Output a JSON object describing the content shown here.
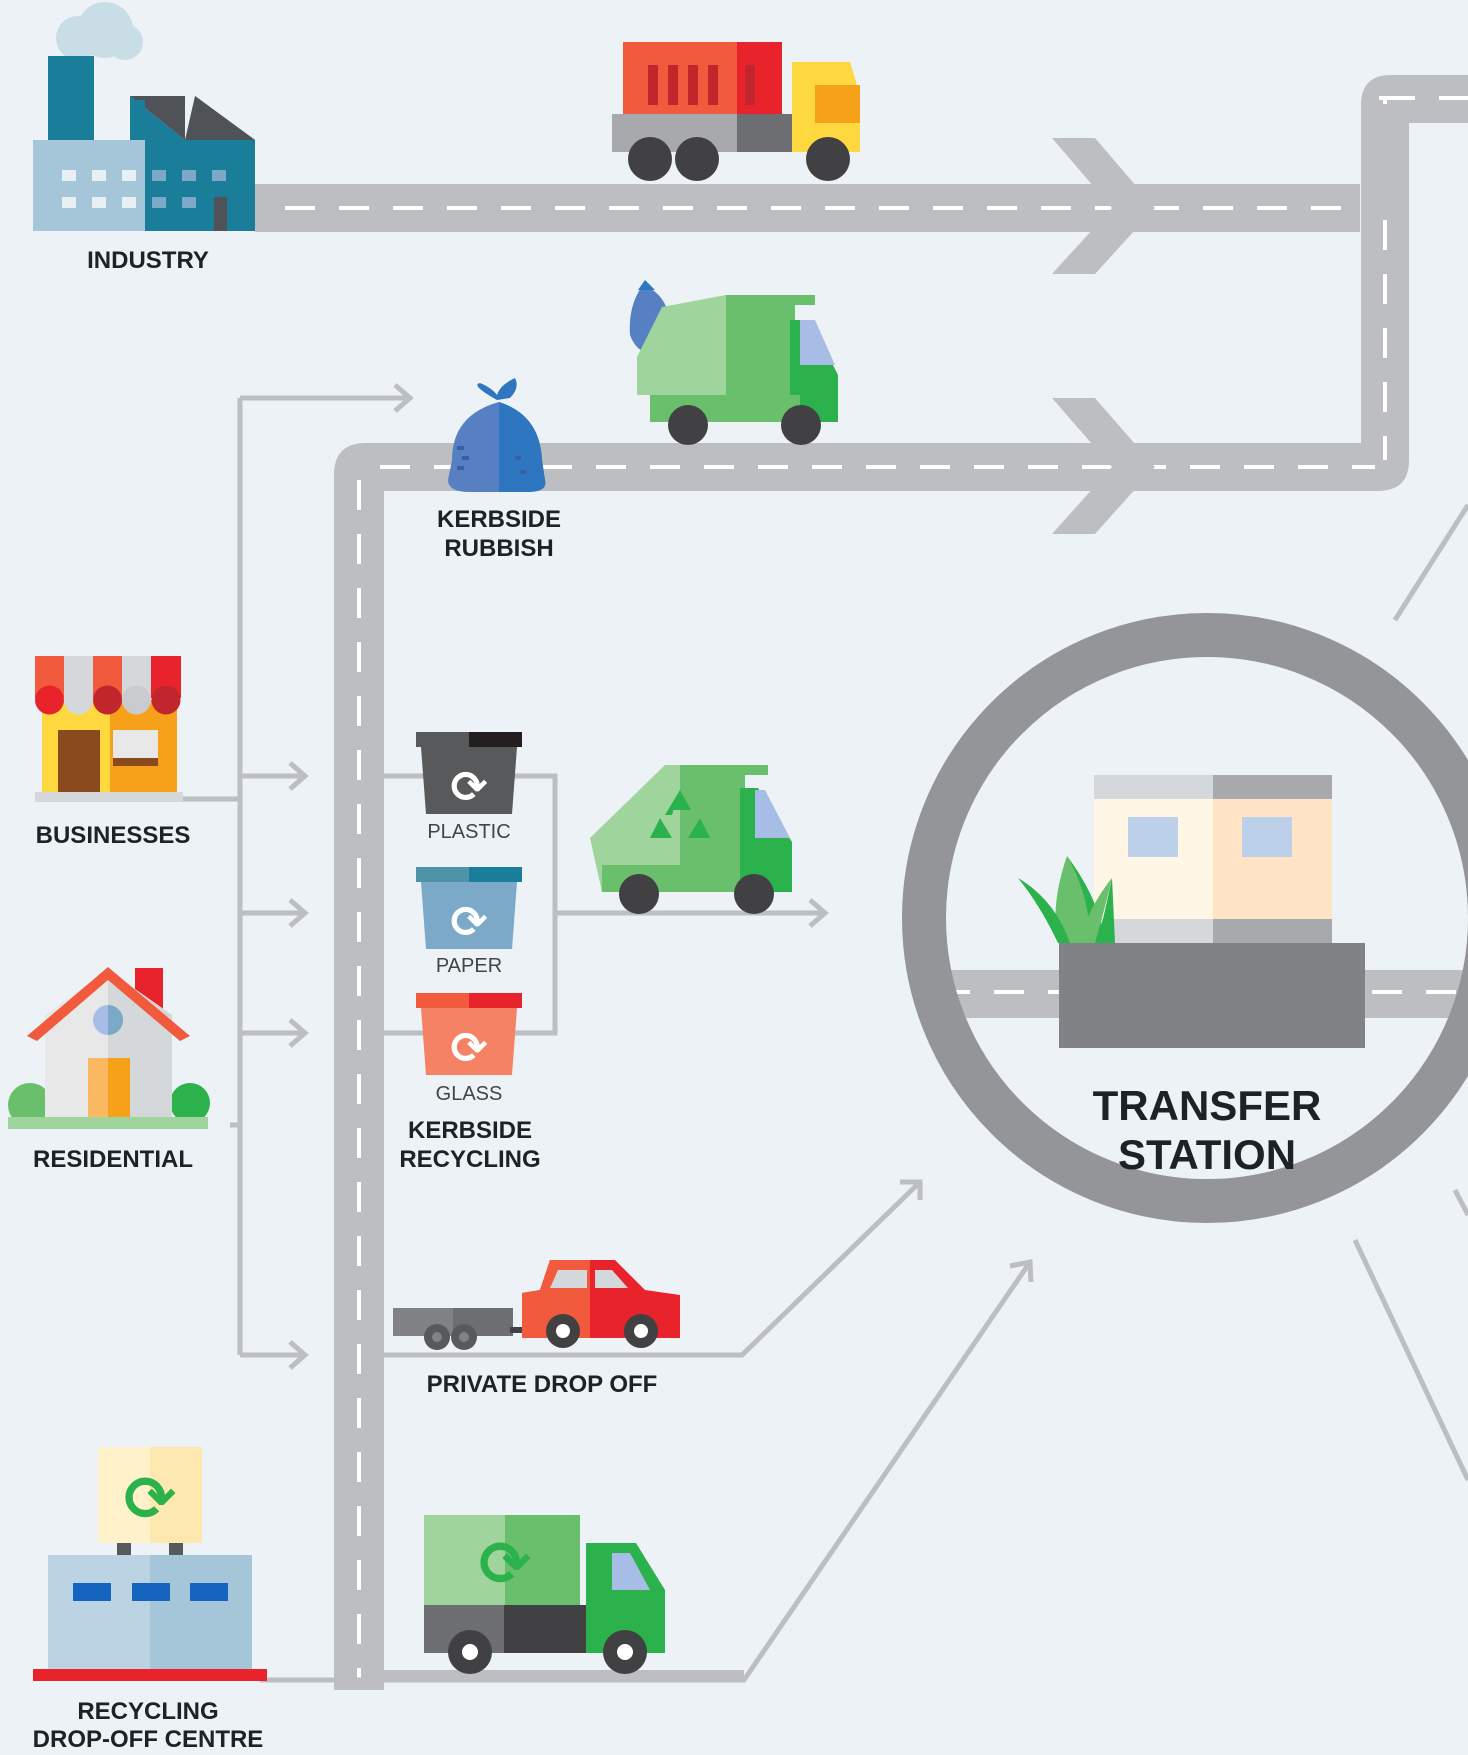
{
  "sources": {
    "industry": "INDUSTRY",
    "businesses": "BUSINESSES",
    "residential": "RESIDENTIAL",
    "recycling_centre_line1": "RECYCLING",
    "recycling_centre_line2": "DROP-OFF CENTRE"
  },
  "collection": {
    "kerbside_rubbish_line1": "KERBSIDE",
    "kerbside_rubbish_line2": "RUBBISH",
    "kerbside_recycling_line1": "KERBSIDE",
    "kerbside_recycling_line2": "RECYCLING",
    "private_drop_off": "PRIVATE DROP OFF"
  },
  "bins": {
    "plastic": "PLASTIC",
    "paper": "PAPER",
    "glass": "GLASS"
  },
  "destination": {
    "line1": "TRANSFER",
    "line2": "STATION"
  },
  "colors": {
    "road": "#BCBEC1",
    "background": "#ECF2F6",
    "truck_red": "#E8322E",
    "truck_green": "#2BB24C",
    "ring": "#939598"
  }
}
